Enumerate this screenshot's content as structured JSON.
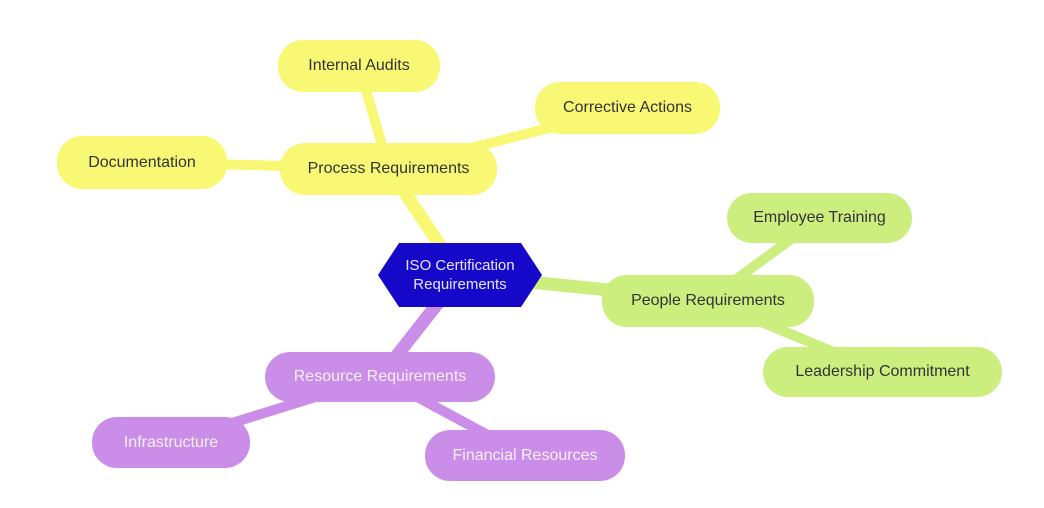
{
  "mindmap": {
    "background": "#FFFFFF",
    "root": {
      "label": "ISO Certification Requirements",
      "shape": "hexagon",
      "fill": "#1508C8",
      "text_color": "#E9E6FA"
    },
    "branches": [
      {
        "label": "Process Requirements",
        "fill": "#F9F875",
        "text_color": "#333333",
        "children": [
          {
            "label": "Internal Audits"
          },
          {
            "label": "Corrective Actions"
          },
          {
            "label": "Documentation"
          }
        ]
      },
      {
        "label": "People Requirements",
        "fill": "#CBEE7F",
        "text_color": "#333333",
        "children": [
          {
            "label": "Employee Training"
          },
          {
            "label": "Leadership Commitment"
          }
        ]
      },
      {
        "label": "Resource Requirements",
        "fill": "#CA8DE8",
        "text_color": "#F6EFFC",
        "children": [
          {
            "label": "Infrastructure"
          },
          {
            "label": "Financial Resources"
          }
        ]
      }
    ]
  }
}
